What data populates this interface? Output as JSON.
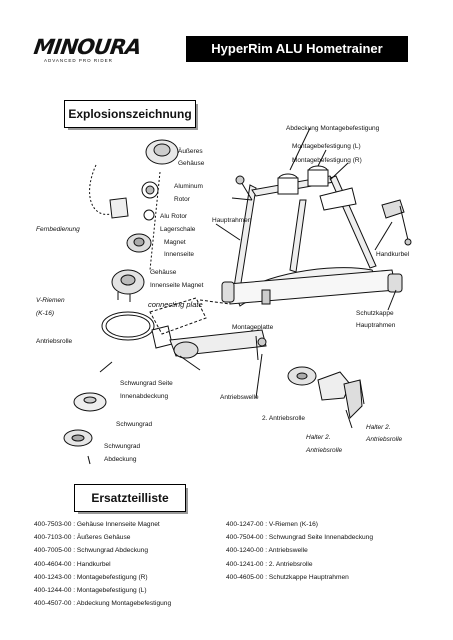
{
  "header": {
    "logo_text": "MINOURA",
    "logo_tagline": "ADVANCED PRO RIDER",
    "title": "HyperRim ALU Hometrainer"
  },
  "sections": {
    "exploded_view": "Explosionszeichnung",
    "spare_parts": "Ersatzteilliste"
  },
  "labels": {
    "abdeckung_montage": "Abdeckung Montagebefestigung",
    "montage_l": "Montagebefestigung (L)",
    "montage_r": "Montagebefestigung (R)",
    "aeusseres_1": "Äußeres",
    "aeusseres_2": "Gehäuse",
    "alu_rotor_1": "Aluminum",
    "alu_rotor_2": "Rotor",
    "fernbedienung": "Fernbedienung",
    "lager_1": "Alu Rotor",
    "lager_2": "Lagerschale",
    "hauptrahmen": "Hauptrahmen",
    "magnet_1": "Magnet",
    "magnet_2": "Innenseite",
    "handkurbel": "Handkurbel",
    "gehause_mag_1": "Gehäuse",
    "gehause_mag_2": "Innenseite Magnet",
    "vriemen_1": "V-Riemen",
    "vriemen_2": "(K-16)",
    "connecting_plate": "connecting plate",
    "schutz_1": "Schutzkappe",
    "schutz_2": "Hauptrahmen",
    "montageplatte": "Montageplatte",
    "antriebsrolle": "Antriebsrolle",
    "schwung_seite_1": "Schwungrad Seite",
    "schwung_seite_2": "Innenabdeckung",
    "antriebswelle": "Antriebswelle",
    "schwungrad": "Schwungrad",
    "zweite_rolle": "2. Antriebsrolle",
    "halter_a_1": "Halter 2.",
    "halter_a_2": "Antriebsrolle",
    "halter_b_1": "Halter 2.",
    "halter_b_2": "Antriebsrolle",
    "schwung_abd_1": "Schwungrad",
    "schwung_abd_2": "Abdeckung"
  },
  "parts_left": [
    "400-7503-00 : Gehäuse Innenseite Magnet",
    "400-7103-00 : Äußeres Gehäuse",
    "400-7005-00 : Schwungrad Abdeckung",
    "400-4604-00 : Handkurbel",
    "400-1243-00 : Montagebefestigung (R)",
    "400-1244-00 : Montagebefestigung (L)",
    "400-4507-00 : Abdeckung Montagebefestigung"
  ],
  "parts_right": [
    "400-1247-00 : V-Riemen (K-16)",
    "400-7504-00 : Schwungrad Seite Innenabdeckung",
    "400-1240-00 : Antriebswelle",
    "400-1241-00 : 2. Antriebsrolle",
    "400-4605-00 : Schutzkappe Hauptrahmen"
  ]
}
